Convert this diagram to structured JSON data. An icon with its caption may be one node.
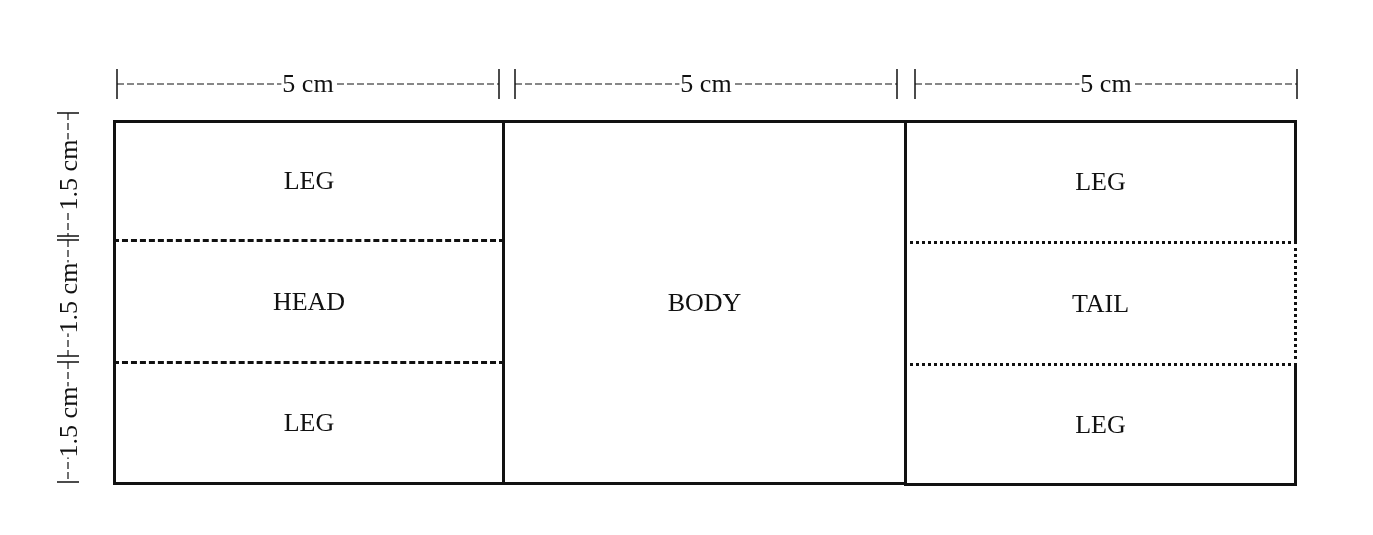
{
  "diagram": {
    "nodes": [
      {
        "text": [
          "LEG"
        ]
      },
      {
        "text": [
          "HEAD"
        ]
      },
      {
        "text": [
          "LEG"
        ]
      },
      {
        "text": [
          "BODY"
        ]
      },
      {
        "text": [
          "LEG"
        ]
      },
      {
        "text": [
          "TAIL"
        ]
      },
      {
        "text": [
          "LEG"
        ]
      }
    ],
    "labels": [
      "5 cm",
      "5 cm",
      "5 cm",
      "1.5 cm",
      "1.5 cm",
      "1.5 cm"
    ]
  }
}
